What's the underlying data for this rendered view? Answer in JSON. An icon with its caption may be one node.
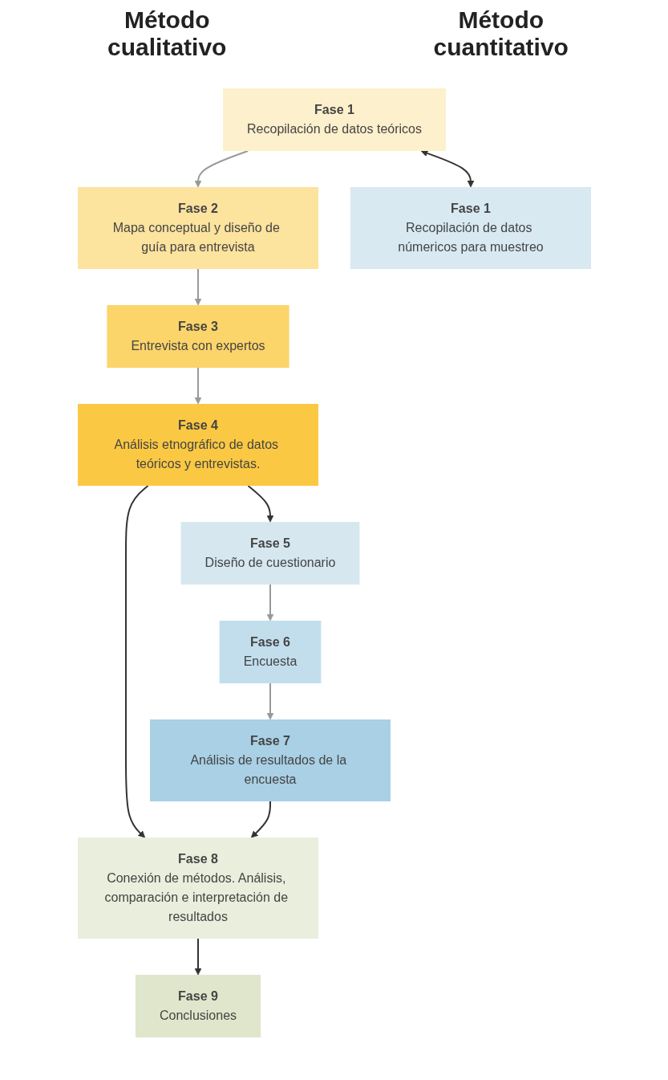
{
  "diagram": {
    "nodes": [
      {
        "text": [
          "Fase 1",
          "Recopilación de datos teóricos"
        ]
      },
      {
        "text": [
          "Fase 2",
          "Mapa conceptual y diseño de guía para entrevista"
        ]
      },
      {
        "text": [
          "Fase 3",
          "Entrevista con expertos"
        ]
      },
      {
        "text": [
          "Fase 4",
          "Análisis etnográfico de datos teóricos y entrevistas."
        ]
      },
      {
        "text": [
          "Fase 1",
          "Recopilación de datos númericos para muestreo"
        ]
      },
      {
        "text": [
          "Fase 5",
          "Diseño de cuestionario"
        ]
      },
      {
        "text": [
          "Fase 6",
          "Encuesta"
        ]
      },
      {
        "text": [
          "Fase 7",
          "Análisis de resultados de la encuesta"
        ]
      },
      {
        "text": [
          "Fase 8",
          "Conexión de métodos. Análisis, comparación e interpretación de resultados"
        ]
      },
      {
        "text": [
          "Fase 9",
          "Conclusiones"
        ]
      }
    ],
    "edges": [
      {
        "from": 0,
        "to": 4,
        "arrow": "both"
      },
      {
        "from": 0,
        "to": 1,
        "arrow": "to",
        "color": "#999999"
      },
      {
        "from": 1,
        "to": 2,
        "arrow": "to",
        "color": "#999999"
      },
      {
        "from": 2,
        "to": 3,
        "arrow": "to",
        "color": "#999999"
      },
      {
        "from": 3,
        "to": 5,
        "arrow": "to"
      },
      {
        "from": 5,
        "to": 6,
        "arrow": "to",
        "color": "#999999"
      },
      {
        "from": 6,
        "to": 7,
        "arrow": "to",
        "color": "#999999"
      },
      {
        "from": 3,
        "to": 8,
        "arrow": "to"
      },
      {
        "from": 7,
        "to": 8,
        "arrow": "to"
      },
      {
        "from": 8,
        "to": 9,
        "arrow": "to"
      }
    ],
    "labels": [
      "Método cualitativo",
      "Método cuantitativo"
    ]
  }
}
